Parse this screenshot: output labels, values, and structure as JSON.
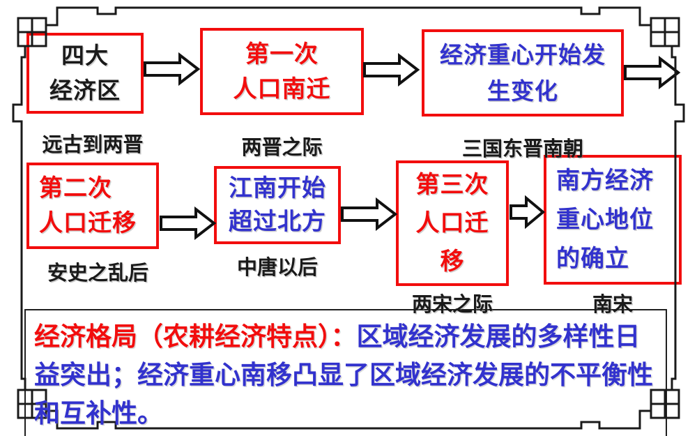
{
  "palette": {
    "red": "#f20d0d",
    "blue": "#3232cd",
    "black": "#1a1a1a"
  },
  "boxes": [
    {
      "id": "four-economic-regions",
      "color": "black",
      "lines": [
        "四大",
        "经济区"
      ],
      "caption": "远古到两晋"
    },
    {
      "id": "first-southward-migration",
      "color": "red",
      "lines": [
        "第一次",
        "人口南迁"
      ],
      "caption": "两晋之际"
    },
    {
      "id": "economic-center-begins-shift",
      "color": "blue",
      "lines": [
        "经济重心开始发",
        "生变化"
      ],
      "caption": "三国东晋南朝"
    },
    {
      "id": "second-migration",
      "color": "red",
      "lines": [
        "第二次",
        "人口迁移"
      ],
      "caption": "安史之乱后"
    },
    {
      "id": "south-surpasses-north",
      "color": "blue",
      "lines": [
        "江南开始",
        "超过北方"
      ],
      "caption": "中唐以后"
    },
    {
      "id": "third-migration",
      "color": "red",
      "lines": [
        "第三次",
        "人口迁",
        "移"
      ],
      "caption": "两宋之际"
    },
    {
      "id": "southern-center-established",
      "color": "blue",
      "lines": [
        "南方经济",
        "重心地位",
        "的确立"
      ],
      "caption": "南宋"
    }
  ],
  "summary": {
    "lead": "经济格局（农耕经济特点）：",
    "body": "区域经济发展的多样性日益突出；经济重心南移凸显了区域经济发展的不平衡性和互补性。"
  }
}
